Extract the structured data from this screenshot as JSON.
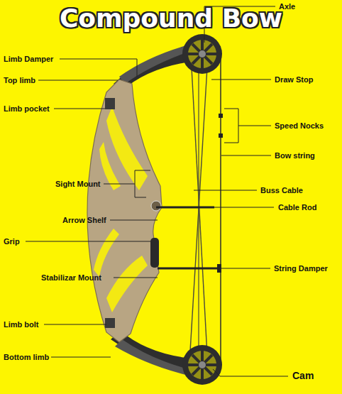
{
  "diagram": {
    "title": "Compound Bow",
    "labels": [
      "Limb Damper",
      "Top limb",
      "Limb pocket",
      "Sight Mount",
      "Arrow Shelf",
      "Grip",
      "Stabilizar Mount",
      "Limb bolt",
      "Bottom limb",
      "Axle",
      "Draw Stop",
      "Speed Nocks",
      "Bow string",
      "Buss Cable",
      "Cable Rod",
      "String Damper",
      "Cam"
    ]
  }
}
